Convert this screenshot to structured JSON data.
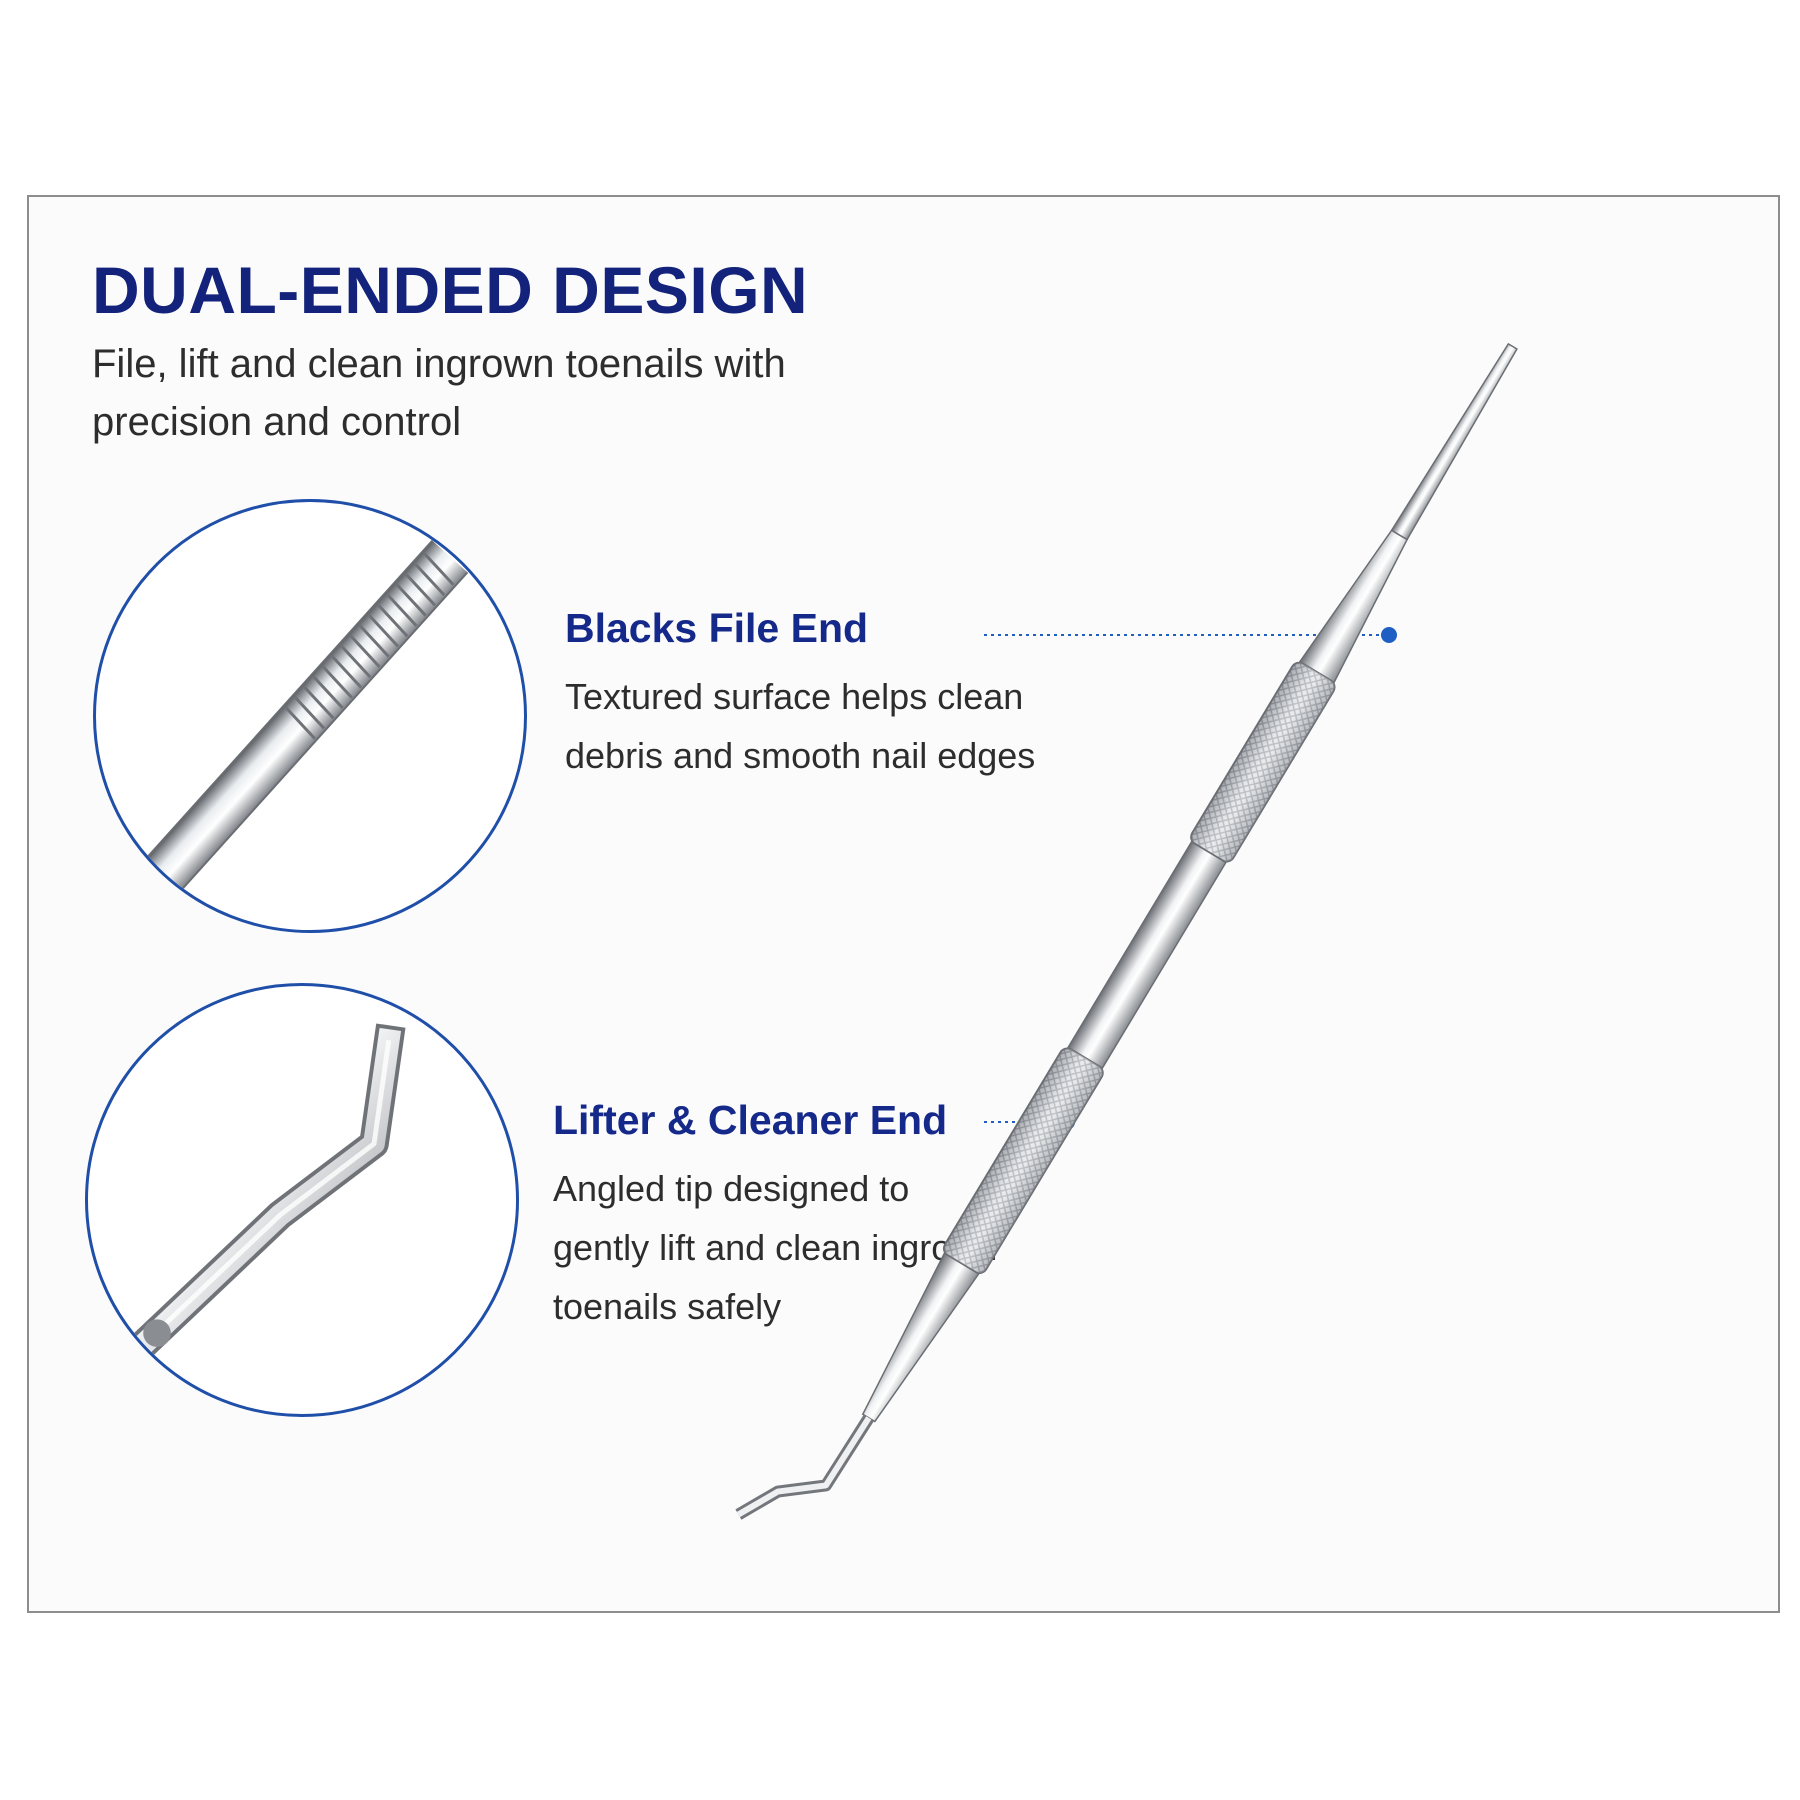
{
  "header": {
    "title": "DUAL-ENDED DESIGN",
    "subtitle": "File, lift and clean ingrown toenails with precision and control"
  },
  "features": [
    {
      "title": "Blacks File End",
      "description": "Textured surface helps clean debris and smooth nail edges"
    },
    {
      "title": "Lifter & Cleaner End",
      "description": "Angled tip designed to gently lift and clean ingrown toenails safely"
    }
  ],
  "colors": {
    "title": "#13227a",
    "accent": "#1f4fa8",
    "panel_background": "#fbfbfc",
    "body_text": "#2d2d2d"
  }
}
